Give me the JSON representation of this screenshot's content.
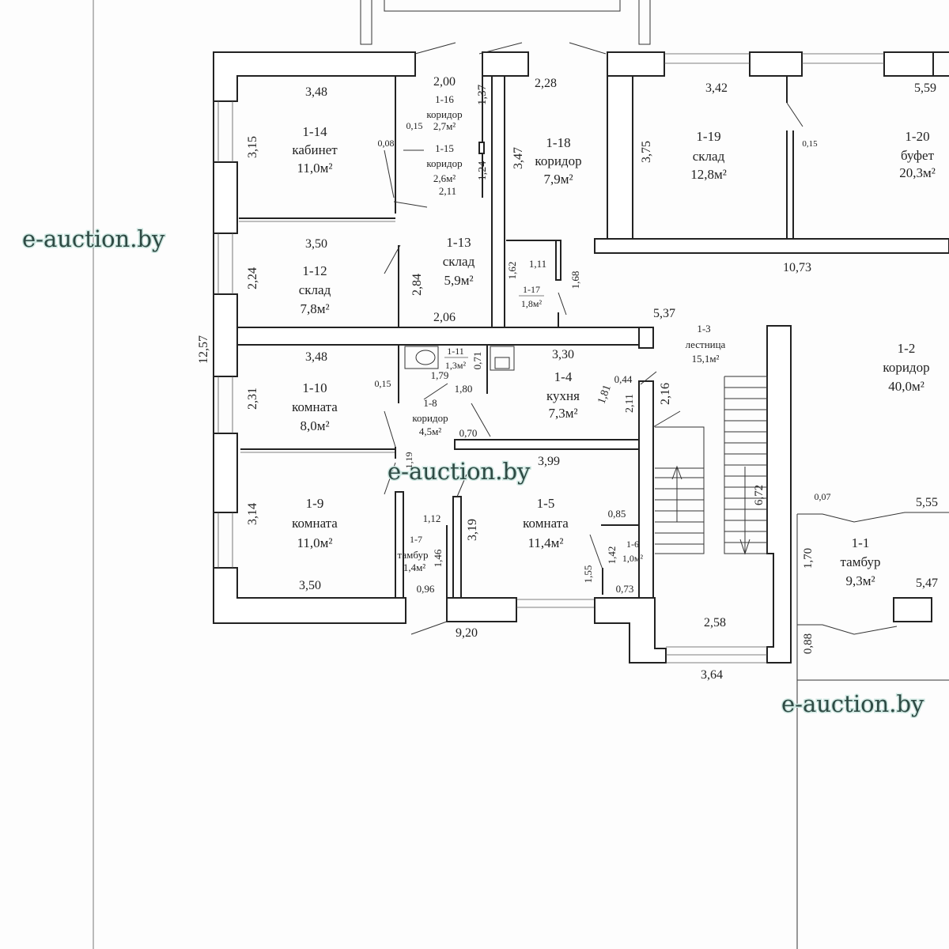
{
  "watermarks": [
    "e-auction.by",
    "e-auction.by",
    "e-auction.by"
  ],
  "rooms": [
    {
      "id": "1-14",
      "name": "кабинет",
      "area": "11,0м²"
    },
    {
      "id": "1-16",
      "name": "коридор",
      "area": "2,7м²"
    },
    {
      "id": "1-15",
      "name": "коридор",
      "area": "2,6м²"
    },
    {
      "id": "1-18",
      "name": "коридор",
      "area": "7,9м²"
    },
    {
      "id": "1-19",
      "name": "склад",
      "area": "12,8м²"
    },
    {
      "id": "1-20",
      "name": "буфет",
      "area": "20,3м²"
    },
    {
      "id": "1-12",
      "name": "склад",
      "area": "7,8м²"
    },
    {
      "id": "1-13",
      "name": "склад",
      "area": "5,9м²"
    },
    {
      "id": "1-17",
      "name": "",
      "area": "1,8м²"
    },
    {
      "id": "1-3",
      "name": "лестница",
      "area": "15,1м²"
    },
    {
      "id": "1-2",
      "name": "коридор",
      "area": "40,0м²"
    },
    {
      "id": "1-10",
      "name": "комната",
      "area": "8,0м²"
    },
    {
      "id": "1-11",
      "name": "",
      "area": "1,3м²"
    },
    {
      "id": "1-8",
      "name": "коридор",
      "area": "4,5м²"
    },
    {
      "id": "1-4",
      "name": "кухня",
      "area": "7,3м²"
    },
    {
      "id": "1-9",
      "name": "комната",
      "area": "11,0м²"
    },
    {
      "id": "1-7",
      "name": "тамбур",
      "area": "1,4м²"
    },
    {
      "id": "1-5",
      "name": "комната",
      "area": "11,4м²"
    },
    {
      "id": "1-6",
      "name": "",
      "area": "1,0м²"
    },
    {
      "id": "1-1",
      "name": "тамбур",
      "area": "9,3м²"
    }
  ],
  "dims": [
    "3,48",
    "2,00",
    "1,37",
    "2,28",
    "3,42",
    "5,59",
    "3,15",
    "0,15",
    "0,08",
    "1,24",
    "2,11",
    "3,47",
    "3,75",
    "0,15",
    "3,50",
    "2,24",
    "2,84",
    "1,62",
    "1,11",
    "1,68",
    "10,73",
    "12,57",
    "2,06",
    "5,37",
    "3,48",
    "1,79",
    "0,71",
    "3,30",
    "0,15",
    "1,80",
    "2,31",
    "0,44",
    "2,11",
    "2,16",
    "0,70",
    "3,99",
    "1,19",
    "6,72",
    "0,07",
    "5,55",
    "1,12",
    "3,19",
    "0,85",
    "3,14",
    "1,46",
    "1,42",
    "1,55",
    "1,70",
    "5,47",
    "3,50",
    "0,96",
    "0,73",
    "9,20",
    "2,58",
    "0,88",
    "3,64",
    "1,81"
  ]
}
